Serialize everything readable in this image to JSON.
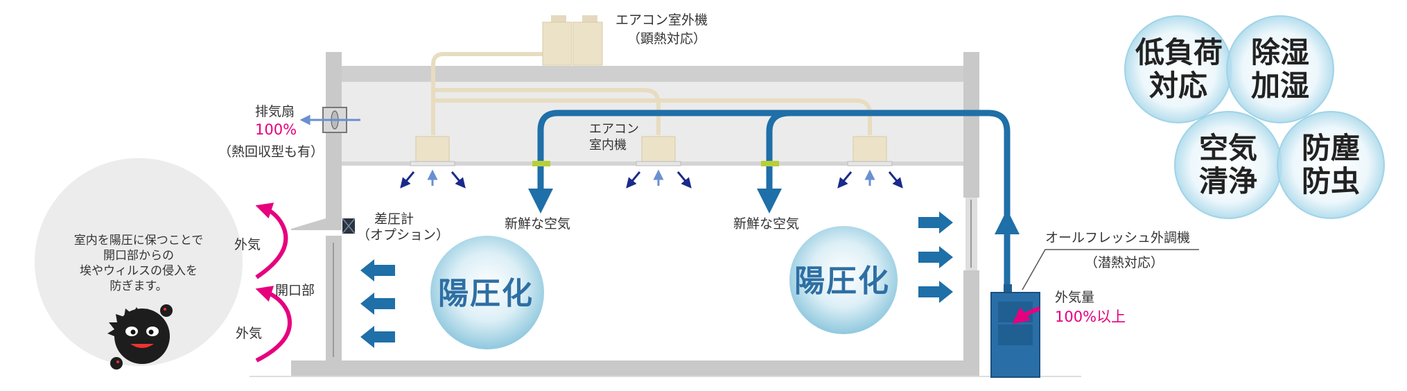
{
  "labels": {
    "outdoor_unit": "エアコン室外機",
    "outdoor_unit_sub": "（顕熱対応）",
    "exhaust_fan": "排気扇",
    "exhaust_fan_pct": "100%",
    "exhaust_fan_sub": "（熱回収型も有）",
    "indoor_unit_line1": "エアコン",
    "indoor_unit_line2": "室内機",
    "fresh_air_1": "新鮮な空気",
    "fresh_air_2": "新鮮な空気",
    "pressure_gauge": "差圧計",
    "pressure_gauge_sub": "（オプション）",
    "outside_air_1": "外気",
    "outside_air_2": "外気",
    "opening": "開口部",
    "positive_pressure_1": "陽圧化",
    "positive_pressure_2": "陽圧化",
    "fresh_unit": "オールフレッシュ外調機",
    "fresh_unit_sub": "（潜熱対応）",
    "intake_volume": "外気量",
    "intake_volume_pct": "100%以上"
  },
  "note": {
    "line1": "室内を陽圧に保つことで",
    "line2": "開口部からの",
    "line3": "埃やウィルスの侵入を",
    "line4": "防ぎます。"
  },
  "venn": {
    "c1_l1": "低負荷",
    "c1_l2": "対応",
    "c2_l1": "除湿",
    "c2_l2": "加湿",
    "c3_l1": "空気",
    "c3_l2": "清浄",
    "c4_l1": "防塵",
    "c4_l2": "防虫"
  },
  "colors": {
    "duct_blue": "#1f6fa8",
    "pipe_beige": "#e8dcc0",
    "accent_pink": "#e6007e",
    "wall_gray": "#c9c9c9",
    "navy_arrow": "#1a2a8c"
  }
}
